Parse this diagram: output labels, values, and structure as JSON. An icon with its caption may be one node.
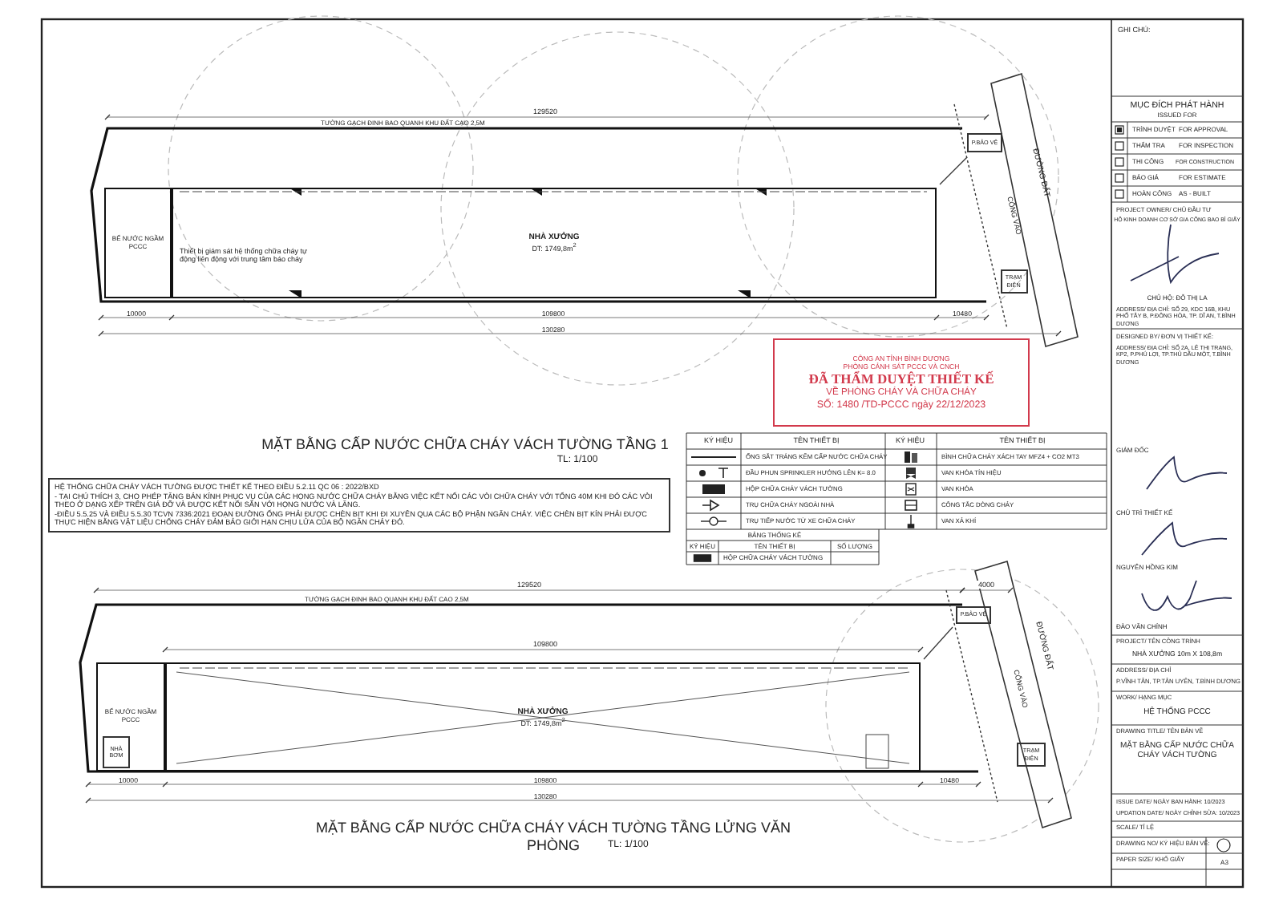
{
  "diagram": {
    "nodes": [
      {
        "text": [
          "NHÀ XƯỞNG",
          "DT: 1749,8m$^{2}$"
        ]
      },
      {
        "text": [
          "BỂ NƯỚC NGẦM PCCC"
        ]
      },
      {
        "text": [
          "P.BẢO VỆ"
        ]
      },
      {
        "text": [
          "TRẠM ĐIỆN"
        ]
      },
      {
        "text": [
          "NHÀ XƯỞNG",
          "DT: 1749,8m$^{2}$"
        ]
      },
      {
        "text": [
          "BỂ NƯỚC NGẦM PCCC"
        ]
      },
      {
        "text": [
          "NHÀ BƠM"
        ],
        "in": 5
      },
      {
        "text": [
          "P.BẢO VỆ"
        ]
      },
      {
        "text": [
          "TRẠM ĐIỆN"
        ]
      },
      {
        "text": [
          "CÔNG AN TỈNH BÌNH DƯƠNG",
          "PHÒNG CẢNH SÁT PCCC VÀ CNCH",
          "ĐÃ THẨM DUYỆT THIẾT KẾ",
          "VỀ PHÒNG CHÁY VÀ CHỮA CHÁY",
          "SỐ: 1480 /TD-PCCC ngày 22/12/2023"
        ]
      }
    ],
    "labels": [
      "TƯỜNG GẠCH ĐINH BAO QUANH KHU ĐẤT CAO 2,5M",
      "129520",
      "ĐƯỜNG ĐẤT",
      "CỔNG VÀO",
      "Thiết bị giám sát hệ thống chữa cháy tự động liên động với trung tâm báo cháy",
      "10000",
      "109800",
      "10480",
      "130280",
      "MẶT BẰNG CẤP NƯỚC CHỮA CHÁY VÁCH TƯỜNG TẦNG 1",
      "TL: 1/100",
      "HỆ THỐNG CHỮA CHÁY VÁCH TƯỜNG ĐƯỢC THIẾT KẾ THEO ĐIỀU 5.2.11 QC 06 : 2022/BXD",
      "- TẠI CHÚ THÍCH 3, CHO PHÉP TĂNG BÁN KÍNH PHỤC VỤ CỦA CÁC HỌNG NƯỚC CHỮA CHÁY BẰNG VIỆC KẾT NỐI CÁC VÒI CHỮA CHÁY VỚI TỔNG 40M KHI ĐÓ CÁC VÒI THEO Ở DẠNG XẾP TRÊN GIÁ ĐỠ VÀ ĐƯỢC KẾT NỐI SẴN VỚI HỌNG NƯỚC VÀ LĂNG.",
      "-ĐIỀU 5.5.25 VÀ ĐIỀU 5.5.30 TCVN 7336:2021 ĐOẠN ĐƯỜNG ỐNG PHẢI ĐƯỢC CHÈN BỊT KHI ĐI XUYÊN QUA CÁC BỘ PHẬN NGĂN CHÁY. VIỆC CHÈN BỊT KÍN PHẢI ĐƯỢC THỰC HIỆN BẰNG VẬT LIỆU CHỐNG CHÁY ĐẢM BẢO GIỚI HẠN CHỊU LỬA CỦA BỘ NGĂN CHÁY ĐÓ.",
      "KÝ HIỆU",
      "TÊN THIẾT BỊ",
      "KÝ HIỆU",
      "TÊN THIẾT BỊ",
      "BẢNG THỐNG KÊ",
      "KÝ HIỆU",
      "TÊN THIẾT BỊ",
      "SỐ LƯỢNG",
      "HỘP CHỮA CHÁY VÁCH TƯỜNG",
      "129520",
      "4000",
      "TƯỜNG GẠCH ĐINH BAO QUANH KHU ĐẤT CAO 2,5M",
      "109800",
      "ĐƯỜNG ĐẤT",
      "CỔNG VÀO",
      "10000",
      "109800",
      "10480",
      "130280",
      "MẶT BẰNG CẤP NƯỚC CHỮA CHÁY VÁCH TƯỜNG TẦNG LỬNG VĂN PHÒNG",
      "TL: 1/100",
      "GHI CHÚ:",
      "MỤC ĐÍCH PHÁT HÀNH",
      "ISSUED FOR",
      "TRÌNH DUYỆT",
      "FOR APPROVAL",
      "THẨM TRA",
      "FOR INSPECTION",
      "THI CÔNG",
      "FOR CONSTRUCTION",
      "BÁO GIÁ",
      "FOR ESTIMATE",
      "HOÀN CÔNG",
      "AS - BUILT",
      "PROJECT OWNER/ CHỦ ĐẦU TƯ",
      "HỘ KINH DOANH CƠ SỞ GIA CÔNG BAO BÌ GIẤY",
      "CHỦ HỘ: ĐỖ THỊ LA",
      "ADDRESS/ ĐỊA CHỈ: SỐ 29, KDC 16B, KHU PHỐ TÂY B, P.ĐÔNG HÒA, TP. DĨ AN, T.BÌNH DƯƠNG",
      "DESIGNED BY/ ĐƠN VỊ THIẾT KẾ:",
      "ADDRESS/ ĐỊA CHỈ: SỐ 2A, LÊ THỊ TRẠNG, KP2, P.PHÚ LỢI, TP.THỦ DẦU MỘT, T.BÌNH DƯƠNG",
      "GIÁM ĐỐC",
      "CHỦ TRÌ THIẾT KẾ",
      "NGUYỄN HỒNG KIM",
      "ĐÀO VĂN CHÍNH",
      "PROJECT/ TÊN CÔNG TRÌNH",
      "NHÀ XƯỞNG 10m X 108,8m",
      "ADDRESS/ ĐỊA CHỈ",
      "P.VĨNH TÂN, TP.TÂN UYÊN, T.BÌNH DƯƠNG",
      "WORK/ HẠNG MỤC",
      "HỆ THỐNG PCCC",
      "DRAWING TITLE/ TÊN BẢN VẼ",
      "MẶT BẰNG CẤP NƯỚC CHỮA CHÁY VÁCH TƯỜNG",
      "ISSUE DATE/ NGÀY BAN HÀNH: 10/2023",
      "UPDATION DATE/ NGÀY CHỈNH SỬA: 10/2023",
      "SCALE/ TỈ LỆ",
      "DRAWING NO/ KÝ HIỆU BẢN VẼ:",
      "PAPER SIZE/ KHỔ GIẤY",
      "A3"
    ],
    "legend": [
      {
        "text": "ỐNG SẮT TRÁNG KẼM CẤP NƯỚC CHỮA CHÁY"
      },
      {
        "text": "BÌNH CHỮA CHÁY XÁCH TAY MFZ4 + CO2 MT3"
      },
      {
        "text": "ĐẦU PHUN SPRINKLER HƯỚNG LÊN K= 8.0"
      },
      {
        "text": "VAN KHÓA TÍN HIỆU"
      },
      {
        "text": "HỘP CHỮA CHÁY VÁCH TƯỜNG"
      },
      {
        "text": "VAN KHÓA"
      },
      {
        "text": "TRỤ CHỮA CHÁY NGOÀI NHÀ"
      },
      {
        "text": "CÔNG TẮC DÒNG CHẢY"
      },
      {
        "text": "TRỤ TIẾP NƯỚC TỪ XE CHỮA CHÁY"
      },
      {
        "text": "VAN XẢ KHÍ"
      }
    ]
  }
}
